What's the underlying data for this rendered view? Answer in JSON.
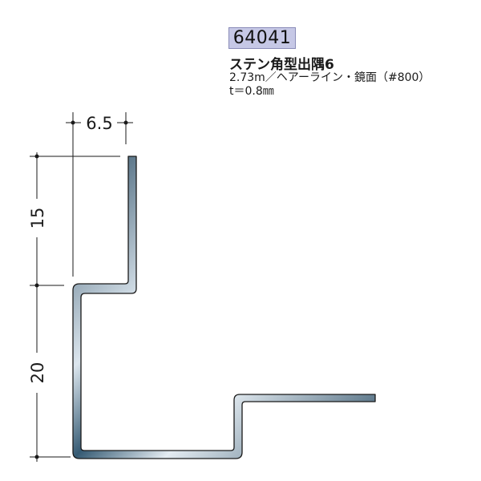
{
  "product": {
    "code": "64041",
    "name": "ステン角型出隅6",
    "spec_line_1": "2.73m／ヘアーライン・鏡面（#800）",
    "spec_line_2": "t＝0.8㎜"
  },
  "dimensions": {
    "width_label": "6.5",
    "upper_height_label": "15",
    "lower_height_label": "20"
  },
  "colors": {
    "profile_dark": "#2e4f66",
    "profile_light": "#dce6ee",
    "badge_fill": "#c6c8e6",
    "line": "#1a1a1a"
  }
}
